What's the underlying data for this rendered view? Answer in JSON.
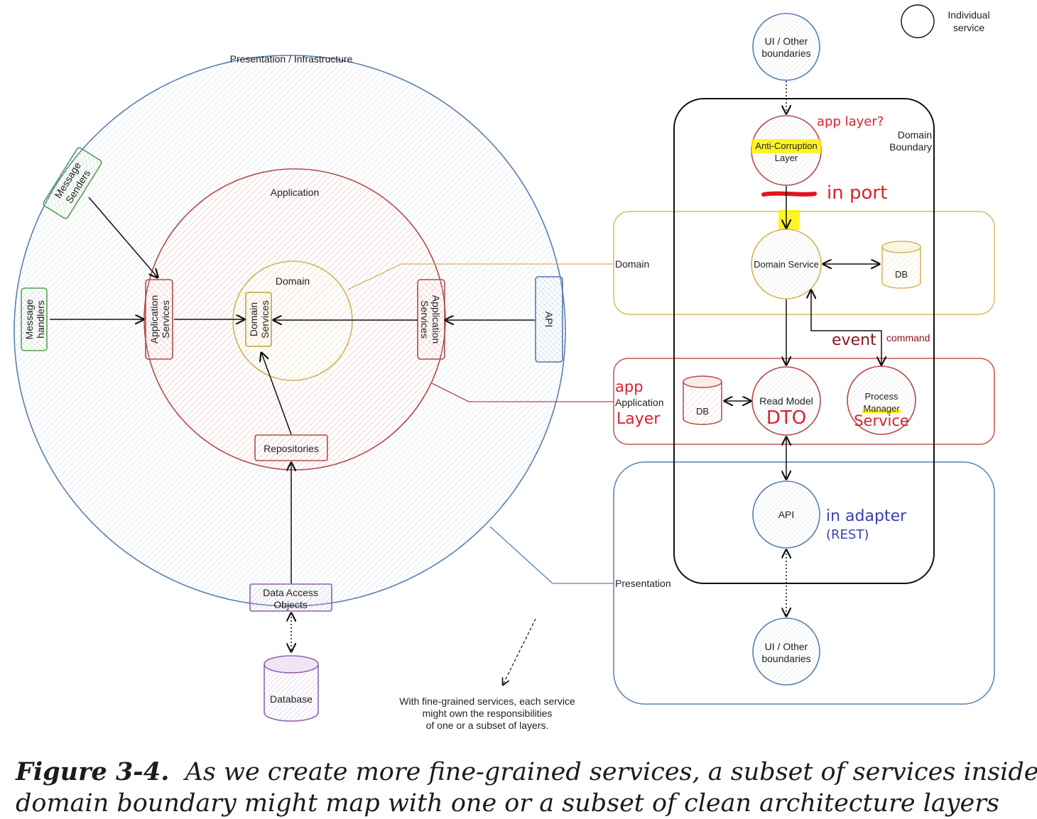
{
  "diagram": {
    "legend": {
      "label_line1": "Individual",
      "label_line2": "service"
    },
    "left": {
      "outer_label": "Presentation / Infrastructure",
      "middle_label": "Application",
      "inner_label": "Domain",
      "message_senders": [
        "Message",
        "Senders"
      ],
      "message_handlers": [
        "Message",
        "handlers"
      ],
      "app_services_left": [
        "Application",
        "Services"
      ],
      "app_services_right": [
        "Application",
        "Services"
      ],
      "domain_services": [
        "Domain",
        "Services"
      ],
      "api": "API",
      "repositories": "Repositories",
      "data_access": [
        "Data Access",
        "Objects"
      ],
      "database": "Database",
      "note": [
        "With fine-grained services, each service",
        "might own the responsibilities",
        "of one or a subset of layers."
      ]
    },
    "right": {
      "ui_top": [
        "UI / Other",
        "boundaries"
      ],
      "ui_bottom": [
        "UI / Other",
        "boundaries"
      ],
      "domain_boundary": [
        "Domain",
        "Boundary"
      ],
      "acl": [
        "Anti-Corruption",
        "Layer"
      ],
      "app_layer_note": "app layer?",
      "in_port": "in port",
      "domain_band": "Domain",
      "domain_service": "Domain Service",
      "db1": "DB",
      "event": "event",
      "command": "command",
      "app_band_red": "app",
      "app_band": "Application",
      "app_band_layer": "Layer",
      "db2": "DB",
      "read_model": "Read Model",
      "dto": "DTO",
      "process_manager": [
        "Process",
        "Manager"
      ],
      "service": "Service",
      "api": "API",
      "in_adapter": "in adapter",
      "rest": "(REST)",
      "presentation_band": "Presentation"
    }
  },
  "caption": {
    "figure": "Figure 3-4.",
    "line1": "As we create more fine-grained services, a subset of services inside a",
    "line2": "domain boundary might map with one or a subset of clean architecture layers"
  }
}
